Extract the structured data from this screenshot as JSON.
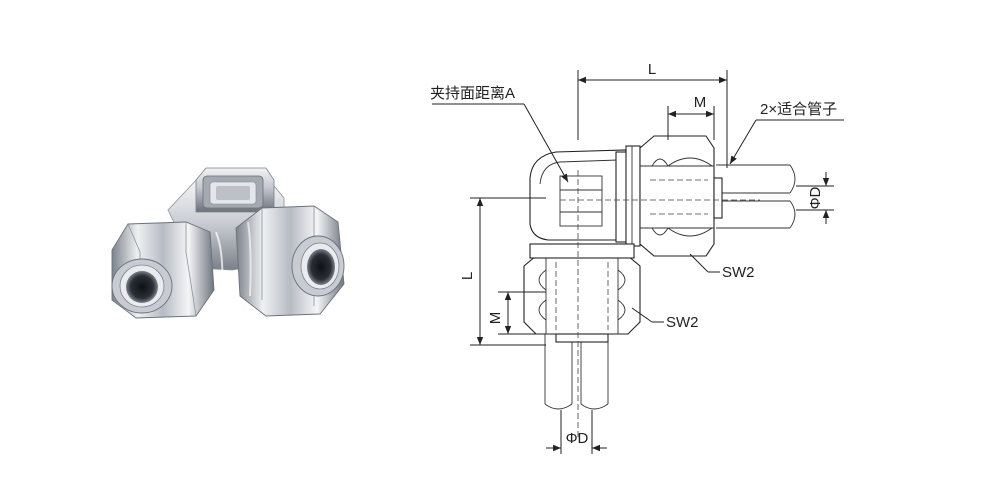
{
  "labels": {
    "length_top": "L",
    "length_left": "L",
    "thread_top": "M",
    "thread_left": "M",
    "clamp_distance": "夹持面距离A",
    "tube_count": "2×适合管子",
    "diameter_right": "ΦD",
    "diameter_bottom": "ΦD",
    "wrench_right": "SW2",
    "wrench_bottom": "SW2"
  },
  "colors": {
    "line": "#222222",
    "metal_light": "#e8eaed",
    "metal_mid": "#b9bec6",
    "metal_dark": "#6c727b",
    "background": "#ffffff"
  }
}
